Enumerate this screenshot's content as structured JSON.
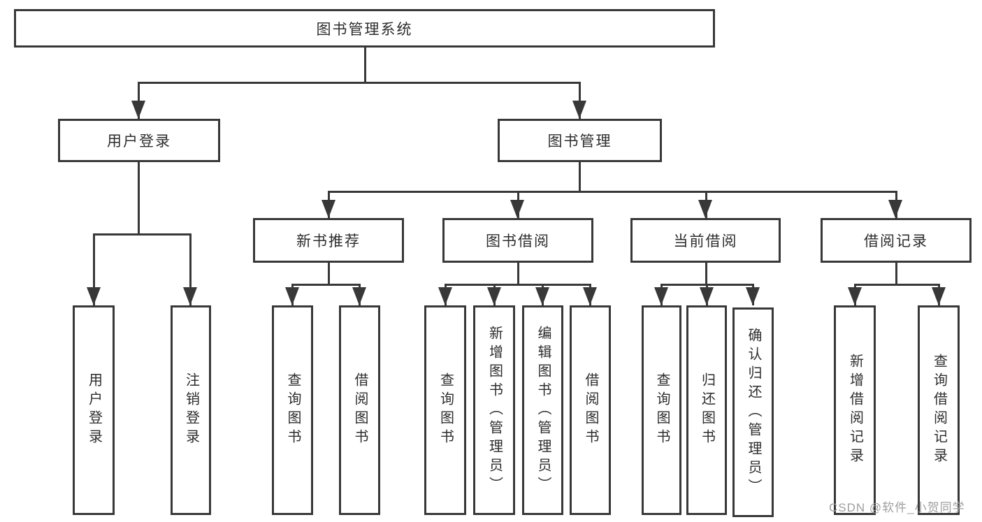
{
  "diagram_title": "图书管理系统",
  "colors": {
    "line": "#383838",
    "text": "#2d2d2d",
    "background": "#ffffff",
    "watermark": "#9f9f9f"
  },
  "tree": {
    "root": {
      "label": "图书管理系统",
      "children": [
        {
          "label": "用户登录",
          "children": [
            {
              "label": "用户登录"
            },
            {
              "label": "注销登录"
            }
          ]
        },
        {
          "label": "图书管理",
          "children": [
            {
              "label": "新书推荐",
              "children": [
                {
                  "label": "查询图书"
                },
                {
                  "label": "借阅图书"
                }
              ]
            },
            {
              "label": "图书借阅",
              "children": [
                {
                  "label": "查询图书"
                },
                {
                  "label": "新增图书（管理员）"
                },
                {
                  "label": "编辑图书（管理员）"
                },
                {
                  "label": "借阅图书"
                }
              ]
            },
            {
              "label": "当前借阅",
              "children": [
                {
                  "label": "查询图书"
                },
                {
                  "label": "归还图书"
                },
                {
                  "label": "确认归还（管理员）"
                }
              ]
            },
            {
              "label": "借阅记录",
              "children": [
                {
                  "label": "新增借阅记录"
                },
                {
                  "label": "查询借阅记录"
                }
              ]
            }
          ]
        }
      ]
    }
  },
  "watermark": {
    "text": "CSDN @软件_小贺同学"
  }
}
